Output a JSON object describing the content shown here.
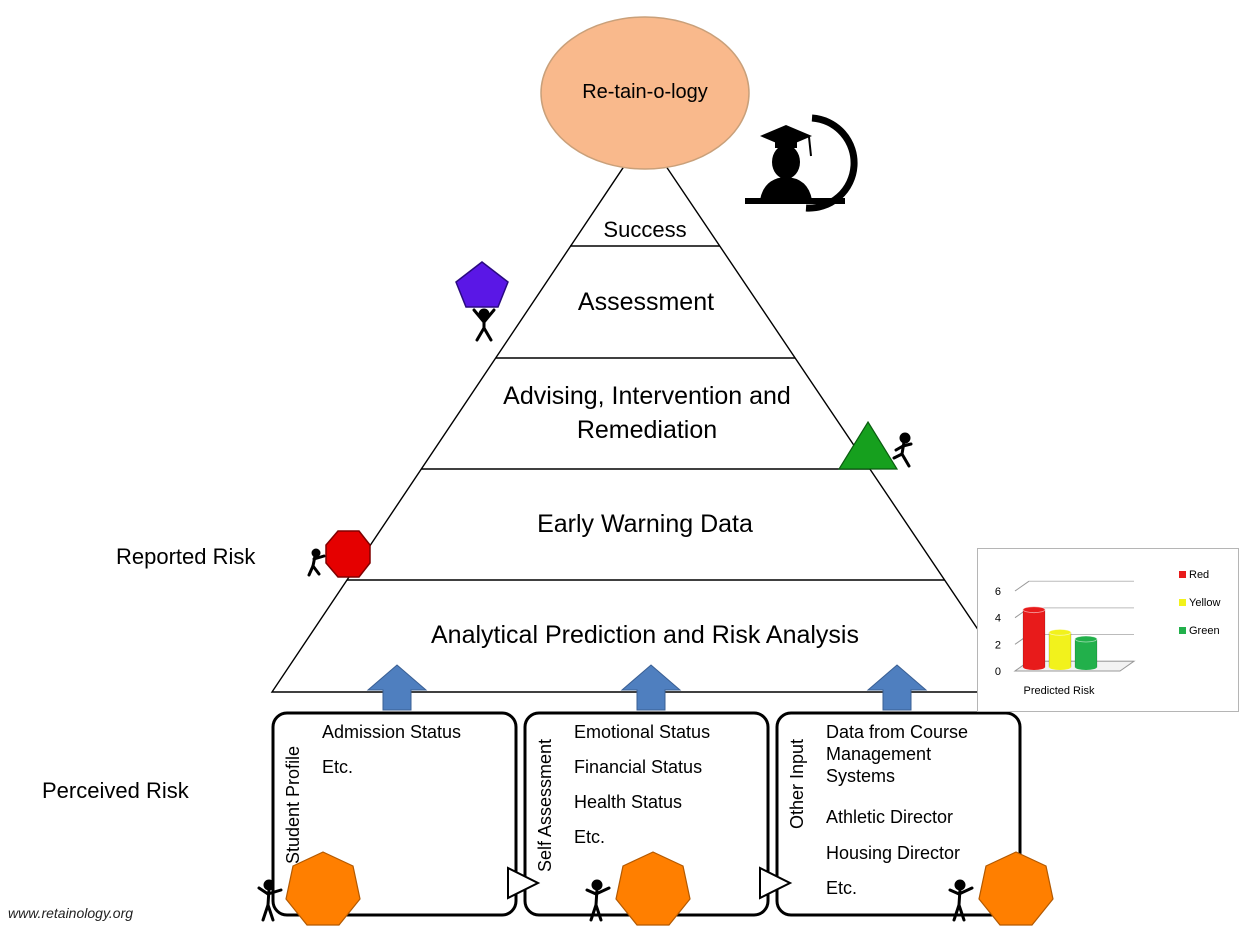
{
  "title_bubble": "Re-tain-o-logy",
  "pyramid": {
    "layers": [
      "Success",
      "Assessment",
      "Advising, Intervention and Remediation",
      "Early Warning Data",
      "Analytical Prediction and Risk Analysis"
    ]
  },
  "side_labels": {
    "reported": "Reported Risk",
    "perceived": "Perceived Risk"
  },
  "input_boxes": [
    {
      "title": "Student Profile",
      "items": [
        "Admission Status",
        "Etc."
      ]
    },
    {
      "title": "Self Assessment",
      "items": [
        "Emotional Status",
        "Financial Status",
        "Health Status",
        "Etc."
      ]
    },
    {
      "title": "Other Input",
      "items": [
        "Data from Course Management Systems",
        "Athletic Director",
        "Housing Director",
        "Etc."
      ]
    }
  ],
  "footer": "www.retainology.org",
  "chart_data": {
    "type": "bar",
    "categories": [
      ""
    ],
    "series": [
      {
        "name": "Red",
        "values": [
          4.3
        ]
      },
      {
        "name": "Yellow",
        "values": [
          2.6
        ]
      },
      {
        "name": "Green",
        "values": [
          2.1
        ]
      }
    ],
    "xlabel": "Predicted Risk",
    "ylabel": "",
    "ylim": [
      0,
      6
    ],
    "yticks": [
      0,
      2,
      4,
      6
    ],
    "legend": "right",
    "colors": [
      "#e81b1b",
      "#f2f21c",
      "#22b04b"
    ]
  },
  "colors": {
    "bubble": "#f9b98c",
    "arrow": "#4f7fbf",
    "heptagon": "#ff7f00",
    "pentagon": "#5a17e6",
    "triangle": "#16a01e",
    "octagon": "#e50000"
  }
}
